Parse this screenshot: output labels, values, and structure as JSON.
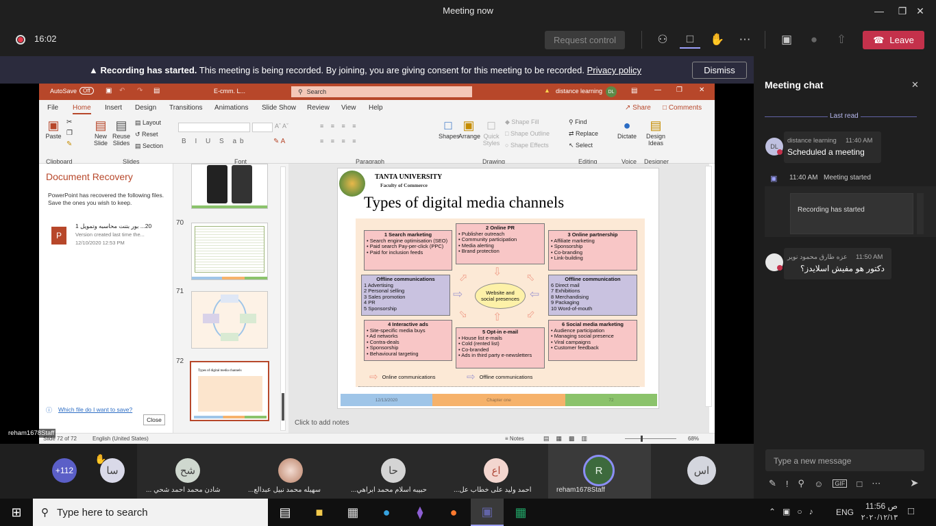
{
  "window": {
    "title": "Meeting now"
  },
  "meeting_bar": {
    "elapsed": "16:02",
    "request_control": "Request control",
    "leave": "Leave"
  },
  "banner": {
    "title": "Recording has started.",
    "message": "This meeting is being recorded. By joining, you are giving consent for this meeting to be recorded.",
    "link": "Privacy policy",
    "dismiss": "Dismiss"
  },
  "ppt": {
    "autosave": "AutoSave",
    "autosave_state": "Off",
    "filename": "E-cmm. L...",
    "search": "Search",
    "account": "distance learning",
    "account_initials": "DL",
    "tabs": [
      "File",
      "Home",
      "Insert",
      "Design",
      "Transitions",
      "Animations",
      "Slide Show",
      "Review",
      "View",
      "Help"
    ],
    "share": "Share",
    "comments": "Comments",
    "ribbon": {
      "paste": "Paste",
      "new_slide": "New Slide",
      "reuse_slides": "Reuse Slides",
      "layout": "Layout",
      "reset": "Reset",
      "section": "Section",
      "shapes": "Shapes",
      "arrange": "Arrange",
      "quick_styles": "Quick Styles",
      "shape_fill": "Shape Fill",
      "shape_outline": "Shape Outline",
      "shape_effects": "Shape Effects",
      "find": "Find",
      "replace": "Replace",
      "select": "Select",
      "dictate": "Dictate",
      "design_ideas": "Design Ideas",
      "groups": [
        "Clipboard",
        "Slides",
        "Font",
        "Paragraph",
        "Drawing",
        "Editing",
        "Voice",
        "Designer"
      ]
    },
    "recovery": {
      "title": "Document Recovery",
      "desc": "PowerPoint has recovered the following files.  Save the ones you wish to keep.",
      "file_name": "20... بور بتنت محاسبه وتمويل 1",
      "file_note": "Version created last time the...",
      "file_date": "12/10/2020 12:53 PM",
      "help_link": "Which file do I want to save?",
      "close": "Close"
    },
    "thumb_numbers": [
      "70",
      "71",
      "72"
    ],
    "status": {
      "slide": "Slide 72 of 72",
      "lang": "English (United States)",
      "notes": "Notes",
      "zoom": "68%"
    },
    "notes_placeholder": "Click to add notes",
    "slide": {
      "university": "TANTA UNIVERSITY",
      "faculty": "Faculty of Commerce",
      "title": "Types of digital media channels",
      "center": "Website and social presences",
      "boxes": [
        {
          "title": "1  Search marketing",
          "items": [
            "Search engine optimisation (SEO)",
            "Paid search Pay-per-click (PPC)",
            "Paid for inclusion feeds"
          ]
        },
        {
          "title": "2  Online PR",
          "items": [
            "Publisher outreach",
            "Community participation",
            "Media alerting",
            "Brand protection"
          ]
        },
        {
          "title": "3  Online partnership",
          "items": [
            "Affiliate marketing",
            "Sponsorship",
            "Co-branding",
            "Link-building"
          ]
        },
        {
          "title": "Offline communications",
          "items": [
            "1  Advertising",
            "2  Personal selling",
            "3  Sales promotion",
            "4  PR",
            "5  Sponsorship"
          ]
        },
        {
          "title": "Offline communication",
          "items": [
            "6  Direct mail",
            "7  Exhibitions",
            "8  Merchandising",
            "9  Packaging",
            "10  Word-of-mouth"
          ]
        },
        {
          "title": "4  Interactive ads",
          "items": [
            "Site-specific media buys",
            "Ad networks",
            "Contra-deals",
            "Sponsorship",
            "Behavioural targeting"
          ]
        },
        {
          "title": "5  Opt-in e-mail",
          "items": [
            "House list e-mails",
            "Cold (rented list)",
            "Co-branded",
            "Ads in third party e-newsletters"
          ]
        },
        {
          "title": "6  Social media marketing",
          "items": [
            "Audience participation",
            "Managing social presence",
            "Viral campaigns",
            "Customer feedback"
          ]
        }
      ],
      "legend_online": "Online communications",
      "legend_offline": "Offline communications",
      "footer_date": "12/13/2020",
      "footer_chapter": "Chapter one",
      "footer_num": "72"
    }
  },
  "presenter_tag": "reham1678Staff",
  "chat": {
    "title": "Meeting chat",
    "last_read": "Last read",
    "messages": [
      {
        "initials": "DL",
        "sender": "distance learning",
        "time": "11:40 AM",
        "text": "Scheduled a meeting"
      },
      {
        "time": "11:40 AM",
        "text": "Meeting started"
      },
      {
        "text": "Recording has started"
      },
      {
        "sender": "عزه طارق محمود نوير",
        "time": "11:50 AM",
        "text": "دكتور هو مفيش اسلايدز؟"
      }
    ],
    "input_placeholder": "Type a new message"
  },
  "participants": [
    {
      "initials": "+112",
      "color": "#5b5fc7"
    },
    {
      "initials": "سا",
      "color": "#d9d9e8"
    },
    {
      "initials": "شح",
      "name": "شادن محمد احمد شحي ...",
      "color": "#cfd8cf"
    },
    {
      "initials": "",
      "name": "سهيله محمد نبيل عبدالع...",
      "color": "#c9a08a"
    },
    {
      "initials": "حا",
      "name": "حبيبه اسلام محمد ابراهي...",
      "color": "#d4d4d4"
    },
    {
      "initials": "اع",
      "name": "احمد وليد على خطاب عل...",
      "color": "#f3d6cf"
    },
    {
      "initials": "R",
      "name": "reham1678Staff",
      "color": "#3d6a3d"
    },
    {
      "initials": "اس",
      "color": "#d4d6de"
    }
  ],
  "taskbar": {
    "search": "Type here to search",
    "lang": "ENG",
    "time": "11:56 ص",
    "date": "٢٠٢٠/١٢/١٣"
  },
  "colors": {
    "accent": "#6264a7",
    "leave": "#c4314b",
    "ppt": "#b7472a"
  }
}
